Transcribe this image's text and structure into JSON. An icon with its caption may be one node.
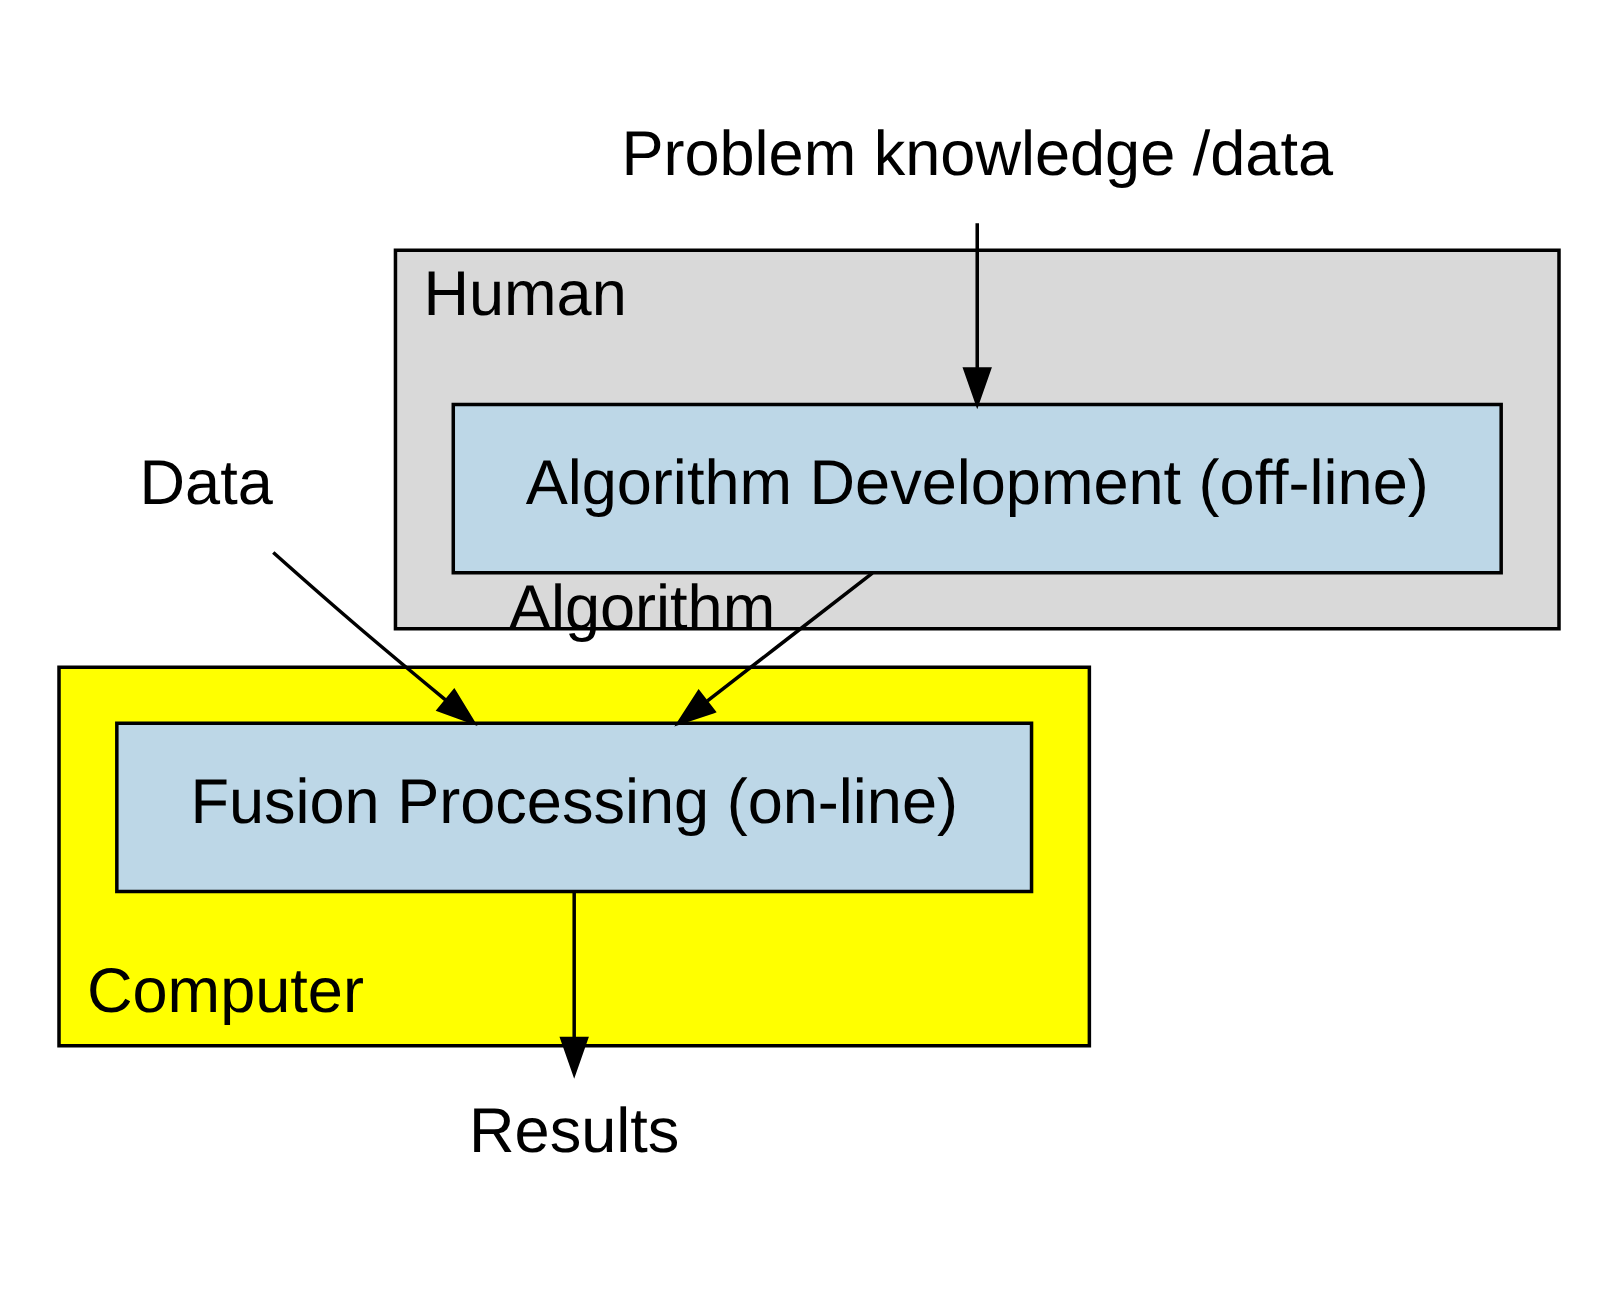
{
  "diagram": {
    "nodes": [
      {
        "text": [
          "Human"
        ]
      },
      {
        "text": [
          "Algorithm Development (off-line)"
        ],
        "in": 0
      },
      {
        "text": [
          "Computer"
        ]
      },
      {
        "text": [
          "Fusion Processing (on-line)"
        ],
        "in": 2
      },
      {
        "text": [
          "Problem knowledge /data"
        ]
      },
      {
        "text": [
          "Data"
        ]
      },
      {
        "text": [
          "Results"
        ]
      }
    ],
    "edges": [
      {
        "from": 4,
        "to": 1,
        "arrow": "to"
      },
      {
        "from": 1,
        "to": 3,
        "arrow": "to",
        "label": "Algorithm"
      },
      {
        "from": 5,
        "to": 3,
        "arrow": "to"
      },
      {
        "from": 3,
        "to": 6,
        "arrow": "to"
      }
    ]
  }
}
